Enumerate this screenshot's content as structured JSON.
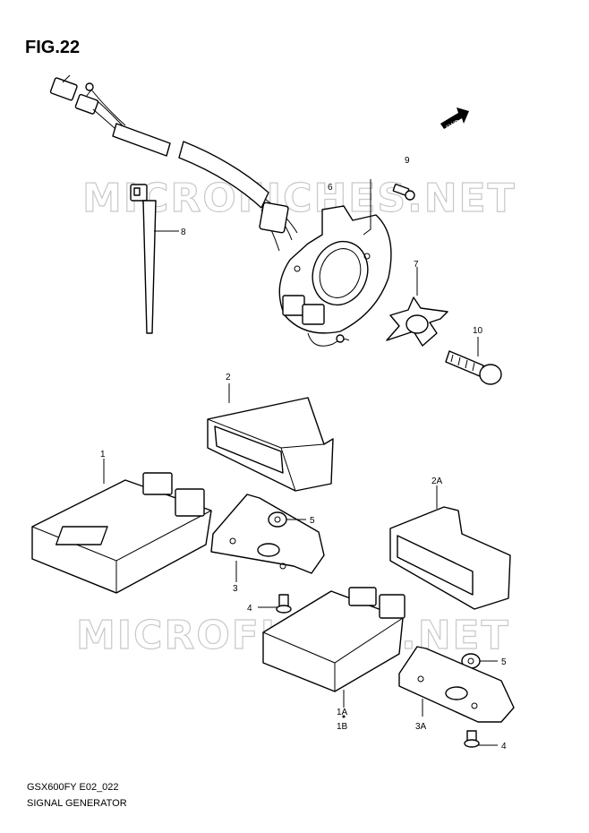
{
  "figure": {
    "title": "FIG.22"
  },
  "watermark": {
    "text": "MICROFICHES.NET"
  },
  "arrow_badge": {
    "text": "FWD"
  },
  "callouts": [
    {
      "id": "1",
      "label": "1"
    },
    {
      "id": "2",
      "label": "2"
    },
    {
      "id": "2A",
      "label": "2A"
    },
    {
      "id": "3",
      "label": "3"
    },
    {
      "id": "3A",
      "label": "3A"
    },
    {
      "id": "4a",
      "label": "4"
    },
    {
      "id": "4b",
      "label": "4"
    },
    {
      "id": "5a",
      "label": "5"
    },
    {
      "id": "5b",
      "label": "5"
    },
    {
      "id": "6",
      "label": "6"
    },
    {
      "id": "7",
      "label": "7"
    },
    {
      "id": "8",
      "label": "8"
    },
    {
      "id": "9",
      "label": "9"
    },
    {
      "id": "10",
      "label": "10"
    },
    {
      "id": "1A",
      "label": "1A"
    },
    {
      "id": "1B",
      "label": "1B"
    }
  ],
  "footer": {
    "code": "GSX600FY E02_022",
    "name": "SIGNAL GENERATOR"
  }
}
